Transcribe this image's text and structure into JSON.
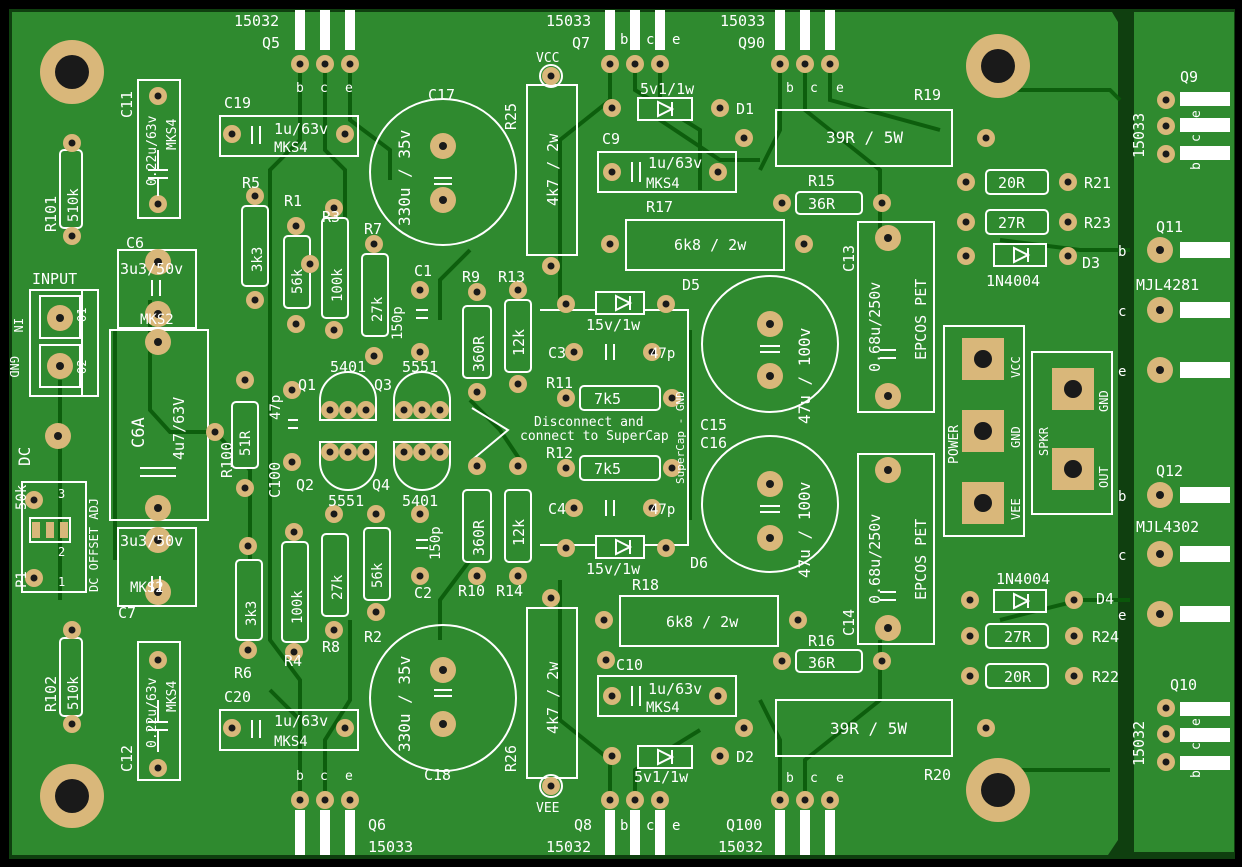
{
  "colors": {
    "board": "#0c6a0c",
    "copper": "#2f8a2f",
    "trace": "#0a5a0a",
    "silk": "#ffffff",
    "pad": "#d9b77a",
    "pad_hole": "#1a1a1a",
    "background": "#000000"
  },
  "transistors": {
    "Q5": {
      "ref": "Q5",
      "part": "15032",
      "pins": [
        "b",
        "c",
        "e"
      ]
    },
    "Q7": {
      "ref": "Q7",
      "part": "15033",
      "pins": [
        "b",
        "c",
        "e"
      ]
    },
    "Q90": {
      "ref": "Q90",
      "part": "15033",
      "pins": [
        "b",
        "c",
        "e"
      ]
    },
    "Q6": {
      "ref": "Q6",
      "part": "15033",
      "pins": [
        "b",
        "c",
        "e"
      ]
    },
    "Q8": {
      "ref": "Q8",
      "part": "15032",
      "pins": [
        "b",
        "c",
        "e"
      ]
    },
    "Q100": {
      "ref": "Q100",
      "part": "15032",
      "pins": [
        "b",
        "c",
        "e"
      ]
    },
    "Q9": {
      "ref": "Q9",
      "part": "15033",
      "pins": [
        "b",
        "c",
        "e"
      ]
    },
    "Q10": {
      "ref": "Q10",
      "part": "15032",
      "pins": [
        "b",
        "c",
        "e"
      ]
    },
    "Q11": {
      "ref": "Q11",
      "part": "MJL4281",
      "pins": [
        "b",
        "c",
        "e"
      ]
    },
    "Q12": {
      "ref": "Q12",
      "part": "MJL4302",
      "pins": [
        "b",
        "c",
        "e"
      ]
    },
    "Q1": {
      "ref": "Q1",
      "part": "5401"
    },
    "Q3": {
      "ref": "Q3",
      "part": "5551"
    },
    "Q2": {
      "ref": "Q2",
      "part": "5551"
    },
    "Q4": {
      "ref": "Q4",
      "part": "5401"
    }
  },
  "resistors": {
    "R101": {
      "ref": "R101",
      "value": "510k"
    },
    "R102": {
      "ref": "R102",
      "value": "510k"
    },
    "R100": {
      "ref": "R100",
      "value": "51R"
    },
    "R5": {
      "ref": "R5",
      "value": "3k3"
    },
    "R6": {
      "ref": "R6",
      "value": "3k3"
    },
    "R1": {
      "ref": "R1",
      "value": "56k"
    },
    "R2": {
      "ref": "R2",
      "value": "56k"
    },
    "R3": {
      "ref": "R3",
      "value": "100k"
    },
    "R4": {
      "ref": "R4",
      "value": "100k"
    },
    "R7": {
      "ref": "R7",
      "value": "27k"
    },
    "R8": {
      "ref": "R8",
      "value": "27k"
    },
    "R9": {
      "ref": "R9",
      "value": "360R"
    },
    "R10": {
      "ref": "R10",
      "value": "360R"
    },
    "R13": {
      "ref": "R13",
      "value": "12k"
    },
    "R14": {
      "ref": "R14",
      "value": "12k"
    },
    "R25": {
      "ref": "R25",
      "value": "4k7 / 2w"
    },
    "R26": {
      "ref": "R26",
      "value": "4k7 / 2w"
    },
    "R11": {
      "ref": "R11",
      "value": "7k5"
    },
    "R12": {
      "ref": "R12",
      "value": "7k5"
    },
    "R17": {
      "ref": "R17",
      "value": "6k8 / 2w"
    },
    "R18": {
      "ref": "R18",
      "value": "6k8 / 2w"
    },
    "R15": {
      "ref": "R15",
      "value": "36R"
    },
    "R16": {
      "ref": "R16",
      "value": "36R"
    },
    "R19": {
      "ref": "R19",
      "value": "39R / 5W"
    },
    "R20": {
      "ref": "R20",
      "value": "39R / 5W"
    },
    "R21": {
      "ref": "R21",
      "value": "20R"
    },
    "R22": {
      "ref": "R22",
      "value": "20R"
    },
    "R23": {
      "ref": "R23",
      "value": "27R"
    },
    "R24": {
      "ref": "R24",
      "value": "27R"
    }
  },
  "capacitors": {
    "C11": {
      "ref": "C11",
      "value": "0.22u/63v",
      "type": "MKS4"
    },
    "C12": {
      "ref": "C12",
      "value": "0.22u/63v",
      "type": "MKS4"
    },
    "C6": {
      "ref": "C6",
      "value": "3u3/50v",
      "type": "MKS2"
    },
    "C7": {
      "ref": "C7",
      "value": "3u3/50v",
      "type": "MKS2"
    },
    "C6A": {
      "ref": "C6A",
      "value": "4u7/63V"
    },
    "C19": {
      "ref": "C19",
      "value": "1u/63v",
      "type": "MKS4"
    },
    "C20": {
      "ref": "C20",
      "value": "1u/63v",
      "type": "MKS4"
    },
    "C17": {
      "ref": "C17",
      "value": "330u / 35v"
    },
    "C18": {
      "ref": "C18",
      "value": "330u / 35v"
    },
    "C1": {
      "ref": "C1",
      "value": "150p"
    },
    "C2": {
      "ref": "C2",
      "value": "150p"
    },
    "C100": {
      "ref": "C100",
      "value": "47p"
    },
    "C3": {
      "ref": "C3",
      "value": "47p"
    },
    "C4": {
      "ref": "C4",
      "value": "47p"
    },
    "C9": {
      "ref": "C9",
      "value": "1u/63v",
      "type": "MKS4"
    },
    "C10": {
      "ref": "C10",
      "value": "1u/63v",
      "type": "MKS4"
    },
    "C15": {
      "ref": "C15",
      "value": "47u / 100v"
    },
    "C16": {
      "ref": "C16",
      "value": "47u / 100v"
    },
    "C13": {
      "ref": "C13",
      "value": "0.68u/250v",
      "type": "EPCOS PET"
    },
    "C14": {
      "ref": "C14",
      "value": "0.68u/250v",
      "type": "EPCOS PET"
    }
  },
  "diodes": {
    "D1": {
      "ref": "D1",
      "value": "5v1/1w"
    },
    "D2": {
      "ref": "D2",
      "value": "5v1/1w"
    },
    "D3": {
      "ref": "D3",
      "value": "1N4004"
    },
    "D4": {
      "ref": "D4",
      "value": "1N4004"
    },
    "D5": {
      "ref": "D5",
      "value": "15v/1w"
    },
    "D6": {
      "ref": "D6",
      "value": "15v/1w"
    }
  },
  "labels": {
    "input": "INPUT",
    "in": "IN",
    "gnd": "GND",
    "o1": "O1",
    "o2": "O2",
    "dc": "DC",
    "p1": "P1",
    "p1_value": "50k",
    "dc_offset": "DC OFFSET ADJ",
    "p1_pins": [
      "1",
      "2",
      "3"
    ],
    "vcc": "VCC",
    "vee": "VEE",
    "supercap_note_1": "Disconnect and",
    "supercap_note_2": "connect to SuperCap",
    "supercap": "SuperCap - GND",
    "power": "POWER",
    "spkr": "SPKR",
    "out": "OUT",
    "vcc_term": "VCC",
    "gnd_term": "GND",
    "vee_term": "VEE",
    "gnd_spkr": "GND"
  }
}
